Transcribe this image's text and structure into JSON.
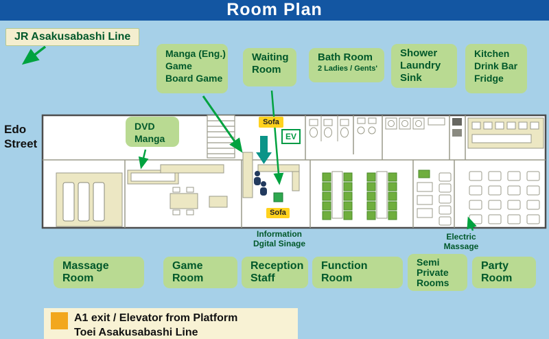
{
  "title": "Room Plan",
  "station": {
    "jr_label": "JR Asakusabashi Line",
    "street_line1": "Edo",
    "street_line2": "Street"
  },
  "top_boxes": [
    {
      "id": "manga-corner",
      "lines": [
        "Manga (Eng.)",
        "Game",
        "Board Game"
      ]
    },
    {
      "id": "waiting-room",
      "lines": [
        "Waiting",
        "Room"
      ]
    },
    {
      "id": "bath-room",
      "lines": [
        "Bath Room"
      ],
      "subline": "2 Ladies / Gents'"
    },
    {
      "id": "shower",
      "lines": [
        "Shower",
        "Laundry",
        "Sink"
      ]
    },
    {
      "id": "kitchen",
      "lines": [
        "Kitchen",
        "Drink Bar",
        "Fridge"
      ]
    }
  ],
  "plan_labels": {
    "dvd_line1": "DVD",
    "dvd_line2": "Manga",
    "sofa_top": "Sofa",
    "sofa_bottom": "Sofa",
    "elevator": "EV",
    "info_line1": "Information",
    "info_line2": "Dgital Sinage",
    "electric_line1": "Electric",
    "electric_line2": "Massage"
  },
  "bottom_boxes": [
    {
      "id": "massage-room",
      "lines": [
        "Massage",
        "Room"
      ]
    },
    {
      "id": "game-room",
      "lines": [
        "Game",
        "Room"
      ]
    },
    {
      "id": "reception",
      "lines": [
        "Reception",
        "Staff"
      ]
    },
    {
      "id": "function-room",
      "lines": [
        "Function",
        "Room"
      ]
    },
    {
      "id": "semi-private",
      "lines": [
        "Semi",
        "Private",
        "Rooms"
      ]
    },
    {
      "id": "party-room",
      "lines": [
        "Party",
        "Room"
      ]
    }
  ],
  "footer": {
    "line1": "A1 exit / Elevator  from Platform",
    "line2": "Toei Asakusabashi Line"
  },
  "colors": {
    "header_blue": "#1356a2",
    "background_blue": "#a6d0e8",
    "label_green_fill": "#b9da92",
    "label_green_text": "#00582a",
    "arrow_green": "#00a23f",
    "elevator_teal": "#0b9488",
    "sofa_yellow": "#ffd21e",
    "exit_orange": "#f2a71d",
    "room_beige": "#ece7c3",
    "chair_green": "#6fae3e"
  }
}
